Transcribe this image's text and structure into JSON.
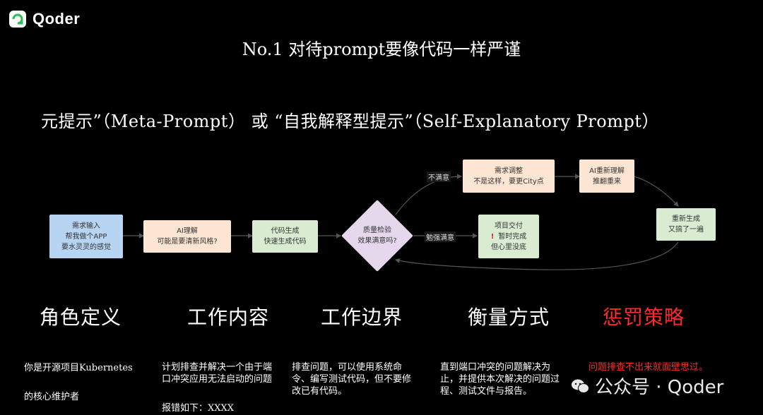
{
  "brand": {
    "name": "Qoder"
  },
  "title": "No.1 对待prompt要像代码一样严谨",
  "subtitle": "元提示”（Meta-Prompt） 或 “自我解释型提示”（Self-Explanatory Prompt）",
  "flow": {
    "input": [
      "需求输入",
      "帮我做个APP",
      "要水灵灵的感觉"
    ],
    "ai_understand": [
      "AI理解",
      "可能是要清新风格?"
    ],
    "codegen": [
      "代码生成",
      "快速生成代码"
    ],
    "check": [
      "质量检验",
      "效果满意吗?"
    ],
    "adjust": [
      "需求调整",
      "不是这样，要更City点"
    ],
    "reunderstand": [
      "AI重新理解",
      "推翻重来"
    ],
    "deliver": [
      "项目交付",
      "暂时完成",
      "但心里没底"
    ],
    "regen": [
      "重新生成",
      "又搞了一遍"
    ],
    "label_unsatisfied": "不满意",
    "label_reluctant": "勉强满意",
    "warning_mark": "!"
  },
  "sections": [
    {
      "heading": "角色定义",
      "desc": [
        "你是开源项目Kubernetes",
        "的核心维护者"
      ]
    },
    {
      "heading": "工作内容",
      "desc": [
        "计划排查并解决一个由于端",
        "口冲突应用无法启动的问题",
        "报错如下：XXXX"
      ]
    },
    {
      "heading": "工作边界",
      "desc": [
        "排查问题，可以使用系统命",
        "令、编写测试代码，但不要修",
        "改已有代码。"
      ]
    },
    {
      "heading": "衡量方式",
      "desc": [
        "直到端口冲突的问题解决为",
        "止，并提供本次解决的问题过",
        "程、测试文件与报告。"
      ]
    },
    {
      "heading": "惩罚策略",
      "desc": [
        "问题排查不出来就面壁思过。"
      ]
    }
  ],
  "watermark": "公众号 · Qoder",
  "colors": {
    "accent_red": "#ff2a2a",
    "brand_green": "#2ebd59"
  }
}
